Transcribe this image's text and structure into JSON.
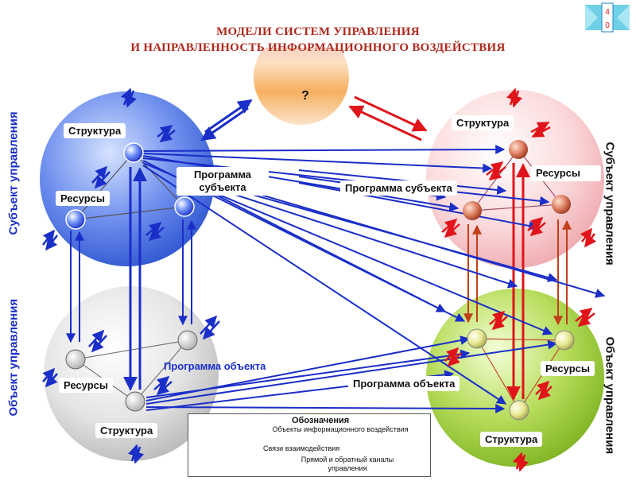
{
  "title": {
    "line1": "МОДЕЛИ СИСТЕМ УПРАВЛЕНИЯ",
    "line2": "И НАПРАВЛЕННОСТЬ ИНФОРМАЦИОННОГО ВОЗДЕЙСТВИЯ"
  },
  "top_node": {
    "label": "?"
  },
  "left": {
    "subject_side_label": "Субъект управления",
    "object_side_label": "Объект управления",
    "subject": {
      "structure": "Структура",
      "resources": "Ресурсы",
      "program": "Программа субъекта"
    },
    "object": {
      "resources": "Ресурсы",
      "program": "Программа объекта",
      "structure": "Структура"
    }
  },
  "right": {
    "subject_side_label": "Субъект управления",
    "object_side_label": "Объект управления",
    "subject": {
      "structure": "Структура",
      "resources": "Ресурсы",
      "program": "Программа субъекта"
    },
    "object": {
      "resources": "Ресурсы",
      "program": "Программа объекта",
      "structure": "Структура"
    }
  },
  "legend": {
    "title": "Обозначения",
    "items": [
      "Объекты информационного воздействия",
      "Связи взаимодействия",
      "Прямой и обратный каналы управления"
    ]
  },
  "colors": {
    "title": "#b0281c",
    "blue_arrow": "#1a2ec8",
    "red_arrow": "#e0141a",
    "left_subject_sphere": "#5a7ee8",
    "left_object_sphere": "#d8d8d8",
    "right_subject_sphere": "#f6c9cc",
    "right_object_sphere": "#a8d24a"
  }
}
